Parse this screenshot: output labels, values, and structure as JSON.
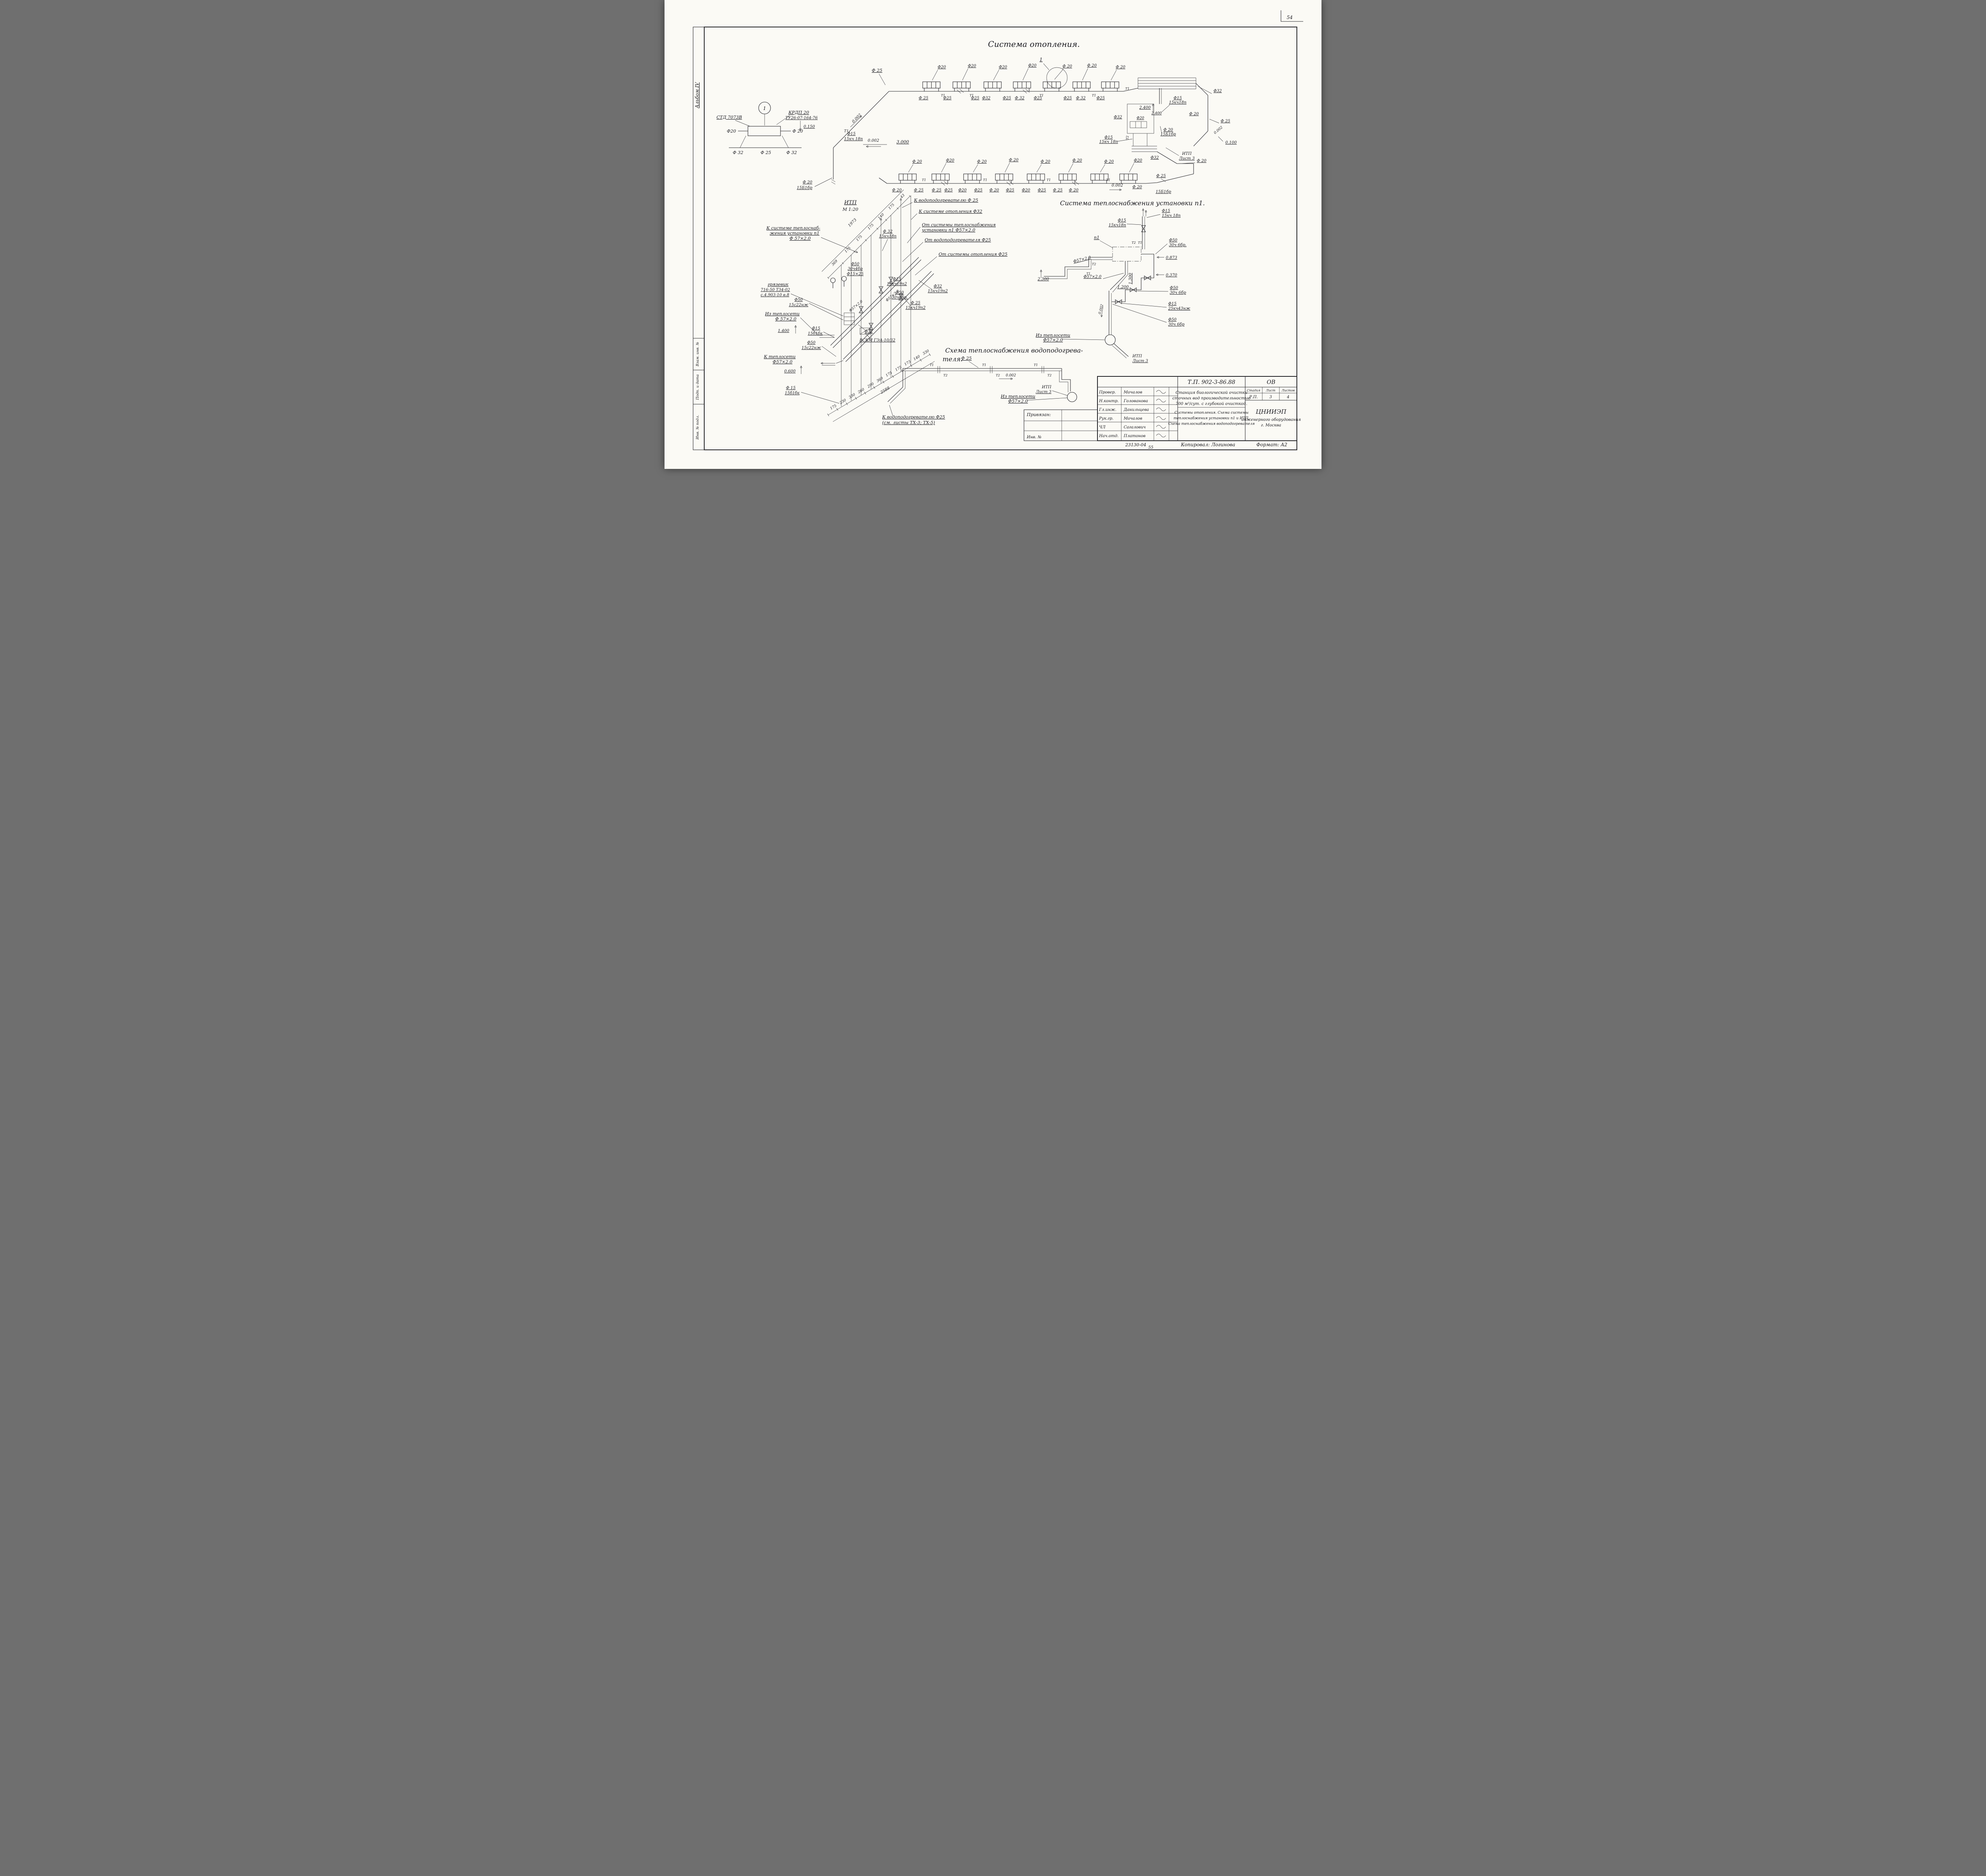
{
  "meta": {
    "sheet": "54",
    "album": "Альбом IV",
    "strip1": "Взам. инв. №",
    "strip2": "Подп. и дата",
    "strip3": "Инв. № подл."
  },
  "marks": {
    "t1": "Т1",
    "t2": "Т2"
  },
  "titles": {
    "heating": "Система отопления.",
    "p1": "Система теплоснабжения установки п1.",
    "wh1": "Схема теплоснабжения водоподогрева-",
    "wh2": "теля.",
    "itp": "ИТП",
    "scale": "М 1:20"
  },
  "krdp": {
    "callout": "1",
    "std": "СТД 7073В",
    "name": "КРДП 20",
    "tu": "ТУ26-07-164-76",
    "h": "0.150",
    "left": "Ф20",
    "right": "Ф 20",
    "b1": "Ф 32",
    "b2": "Ф 25",
    "b3": "Ф 32"
  },
  "top": {
    "rad_above": [
      "Ф20",
      "Ф20",
      "Ф20",
      "Ф20",
      "Ф 20",
      "Ф 20",
      "Ф 20"
    ],
    "below": [
      "Ф 25",
      "Ф25",
      "Ф25",
      "Ф32",
      "Ф25",
      "Ф 32",
      "Ф25",
      "Ф25",
      "Ф 32",
      "Ф25"
    ],
    "callout": "1",
    "diag_f25": "Ф 25",
    "slope": "0.002",
    "f15": "Ф15",
    "f15v": "15кч 18п",
    "slope2": "0.002",
    "elev": "3.000",
    "drop_f20": "Ф 20",
    "drop_v": "15Б1бр",
    "r2400": "2.400",
    "r2400b": "2.400",
    "rf32": "Ф32",
    "rf32u": "Ф32",
    "rf32b": "Ф32",
    "rf32top": "Ф 32",
    "rf20a": "Ф 20",
    "rf20b": "Ф20",
    "rf20c": "Ф 20",
    "rf20d": "Ф 20",
    "rf20v": "15Б1бр",
    "rf15": "Ф15",
    "rf15v": "15кч18п",
    "rf15b": "Ф15",
    "rf15bv": "15кч 18п",
    "rf25": "Ф 25",
    "rslope": "0.002",
    "relev": "0.100",
    "itp1": "ИТП",
    "itp2": "Лист 3"
  },
  "bot": {
    "above": [
      "Ф 20",
      "Ф20",
      "Ф 20",
      "Ф 20",
      "Ф 20",
      "Ф 20",
      "Ф 20",
      "Ф20"
    ],
    "below": [
      "Ф 20",
      "Ф 25",
      "Ф 25",
      "Ф25",
      "Ф20",
      "Ф25",
      "Ф 20",
      "Ф25",
      "Ф20",
      "Ф25",
      "Ф 25",
      "Ф 20"
    ],
    "slope": "0.002",
    "f20": "Ф 20",
    "f25": "Ф 25",
    "v": "15Б1бр"
  },
  "itp": {
    "total_top": "1973",
    "dims_top": [
      "369",
      "175",
      "175",
      "175",
      "140",
      "175",
      "43"
    ],
    "dims_bottom": [
      "175",
      "230",
      "330",
      "260",
      "290",
      "369",
      "175",
      "175",
      "173",
      "140",
      "330"
    ],
    "total_bottom": "2588",
    "r1": "К водоподогревателю Ф 25",
    "r2": "К системе отопления Ф32",
    "r3a": "От системы теплоснабжения",
    "r3b": "установки п1 Ф57×2.0",
    "r4": "От водоподогревателя Ф25",
    "r5": "От системы отопления Ф25",
    "l1a": "К системе теплоснаб-",
    "l1b": "жения установки п1",
    "l1c": "Ф 57×2.0",
    "g1": "грязевик",
    "g2": "716-50 Т34-02",
    "g3": "с.4.903-10 в.8",
    "l2a": "Ф50",
    "l2b": "15с22нж",
    "l3a": "Из теплосети",
    "l3b": "Ф 57×2.0",
    "l4": "1.400",
    "l5a": "Ф15",
    "l5b": "15б1бк",
    "l6a": "Ф50",
    "l6b": "15с22нж",
    "l7a": "К теплосети",
    "l7b": "Ф57×2.0",
    "l8": "0.600",
    "l9a": "Ф 15",
    "l9b": "15б1бк",
    "c1a": "Ф 32",
    "c1b": "15кч18п",
    "c2a": "Ф50",
    "c2b": "30ч4бр",
    "c2c": "Ф15×25",
    "c3a": "Ф15",
    "c3b": "15кч19п2",
    "c4a": "Ф50",
    "c4b": "30ч6бр.",
    "c5a": "Ф32",
    "c5b": "15кч19п2",
    "c6a": "Ф 25",
    "c6b": "15кч19п2",
    "c7": "Ф57×2.0",
    "c8": "Ф57×2.0",
    "c9": "Ф32",
    "c10": "ВСКМ ГЭА-10/32"
  },
  "p1": {
    "f15a1": "Ф15",
    "f15a2": "15кч 18п",
    "f15b1": "Ф15",
    "f15b2": "15кч18п",
    "unit": "п1",
    "f50a1": "Ф50",
    "f50a2": "30ч 6бр.",
    "e873": "0.873",
    "f57a": "Ф57×2.0",
    "f57b": "Ф57×2.0",
    "e2300": "2.300",
    "e1200": "1.200",
    "e1300": "1.300",
    "e370": "0.370",
    "f50b1": "Ф50",
    "f50b2": "30ч 6бр",
    "f15c1": "Ф15",
    "f15c2": "25кч43нж",
    "f50c1": "Ф50",
    "f50c2": "30ч 6бр",
    "slope": "0.002",
    "src1": "Из теплосети",
    "src2": "Ф57×2.0",
    "itp1": "ИТП",
    "itp2": "Лист 3"
  },
  "wh": {
    "f25": "Ф 25",
    "slope": "0.002",
    "src1": "Из теплосети",
    "src2": "Ф57×2.0",
    "itp1": "ИТП",
    "itp2": "Лист 3",
    "to1": "К водоподогревателю Ф25",
    "to2": "(см. листы ТХ-3; ТХ-5)"
  },
  "tb": {
    "doc": "Т.П. 902-3-86.88",
    "mark": "ОВ",
    "priv": "Привязан:",
    "inv": "Инв. №",
    "rows": [
      {
        "r": "Провер.",
        "n": "Мочалов"
      },
      {
        "r": "Н.контр.",
        "n": "Голованова"
      },
      {
        "r": "Гл.инж.",
        "n": "Данильцева"
      },
      {
        "r": "Рук.гр.",
        "n": "Мочалов"
      },
      {
        "r": "ЧЛ",
        "n": "Сагалович"
      },
      {
        "r": "Нач.отд.",
        "n": "Платонов"
      }
    ],
    "p1": "Станция биологической очистки",
    "p2": "сточных вод производительностью",
    "p3": "700 м³/сут. с глубокой очисткой.",
    "c1": "Системы отопления. Схема системы",
    "c2": "теплоснабжения установки п1 и ИТП.",
    "c3": "Схема теплоснабжения водоподогревателя",
    "sh": "Стадия",
    "lh": "Лист",
    "lsh": "Листов",
    "sv": "Р.П.",
    "lv": "3",
    "lsv": "4",
    "org1": "ЦНИИЭП",
    "org2": "инженерного оборудования",
    "org3": "г. Москва",
    "code": "23130-04",
    "n55": "55",
    "kop": "Копировал: Логинова",
    "fmt": "Формат: А2"
  }
}
